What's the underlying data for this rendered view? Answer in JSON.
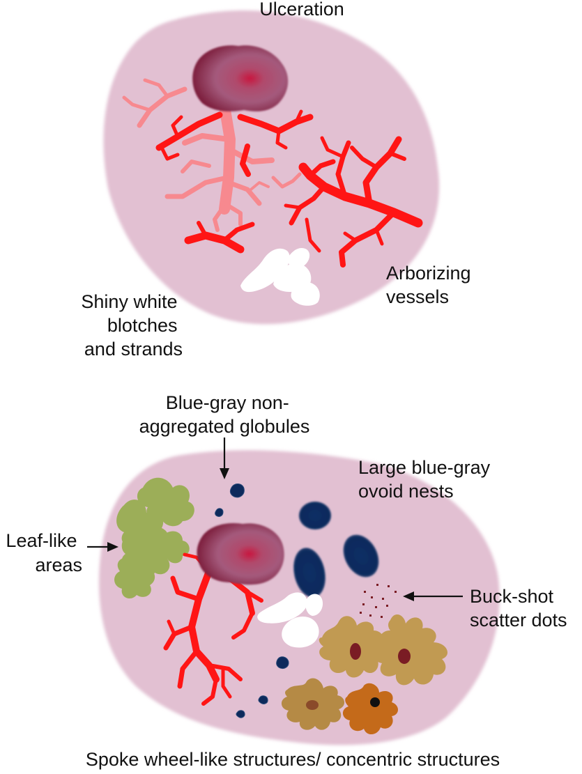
{
  "top_figure": {
    "labels": {
      "ulceration": "Ulceration",
      "shiny_white": [
        "Shiny white",
        "blotches",
        "and strands"
      ],
      "arborizing": [
        "Arborizing",
        "vessels"
      ]
    }
  },
  "bottom_figure": {
    "labels": {
      "blue_gray_globules": [
        "Blue-gray non-",
        "aggregated globules"
      ],
      "ovoid_nests": [
        "Large blue-gray",
        "ovoid nests"
      ],
      "leaf_like": [
        "Leaf-like",
        "areas"
      ],
      "buck_shot": [
        "Buck-shot",
        "scatter dots"
      ],
      "spoke_wheel": "Spoke wheel-like structures/ concentric structures"
    }
  },
  "colors": {
    "lesion_fill": "#e2c0d2",
    "ulcer_outer": "#7d1f3d",
    "ulcer_center": "#c8173f",
    "vessel_red": "#ff1515",
    "vessel_pink": "#f7898f",
    "white_blotch": "#ffffff",
    "blue_gray": "#0d2a5c",
    "leaf_green": "#9cae58",
    "spoke_tan": "#b58a45",
    "buck_shot_dot": "#7a1c24"
  }
}
